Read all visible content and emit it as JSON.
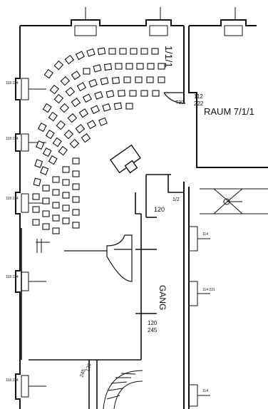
{
  "plan": {
    "room_number_left": "1/1/1",
    "room_label_right": "RAUM 7/1/1",
    "corridor_label": "GANG",
    "door_tag_right_top": "112",
    "door_tag_right_bottom": "222",
    "door_tag_right_extra": "T30",
    "level_tag_upper": "120",
    "level_tag_mid": "120",
    "level_tag_mid_sub": "245",
    "level_tag_lower": "120",
    "level_tag_lower_sub": "245",
    "level_tag_left_mid": "1/2",
    "window_tags_left": [
      "118\n234",
      "118\n234",
      "118\n234",
      "118\n234",
      "118\n234"
    ],
    "window_tags_right": [
      "114",
      "114\n231",
      "114"
    ]
  }
}
